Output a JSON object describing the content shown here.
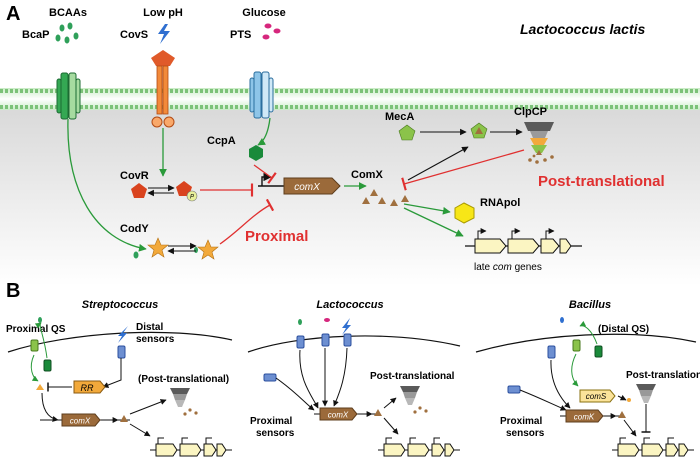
{
  "panel_a": {
    "letter": "A",
    "organism": "Lactococcus lactis",
    "signals": {
      "bcaas": "BCAAs",
      "low_ph": "Low pH",
      "glucose": "Glucose"
    },
    "transporters": {
      "bcap": "BcaP",
      "covs": "CovS",
      "pts": "PTS"
    },
    "regulators": {
      "ccpa": "CcpA",
      "covr": "CovR",
      "cody": "CodY",
      "comx_protein": "ComX",
      "meca": "MecA",
      "clpcp": "ClpCP",
      "rnapol": "RNApol",
      "phospho": "P"
    },
    "gene_comx": "comX",
    "late_genes": {
      "pre": "late ",
      "gene": "com",
      "post": " genes"
    },
    "labels": {
      "proximal": "Proximal",
      "post_translational": "Post-translational"
    },
    "colors": {
      "green_arrow": "#2a9a3a",
      "inhibition": "#e03030",
      "comx_gene": "#9b6a3a",
      "membrane": "#9fd69a"
    }
  },
  "panel_b": {
    "letter": "B",
    "strep": {
      "title": "Streptococcus",
      "proximal_qs": "Proximal QS",
      "distal_sensors_1": "Distal",
      "distal_sensors_2": "sensors",
      "rr": "RR",
      "post_translational": "(Post-translational)",
      "gene": "comX"
    },
    "lacto": {
      "title": "Lactococcus",
      "post_translational": "Post-translational",
      "proximal_sensors_1": "Proximal",
      "proximal_sensors_2": "sensors",
      "gene": "comX"
    },
    "bacillus": {
      "title": "Bacillus",
      "distal_qs": "(Distal QS)",
      "post_translational": "Post-translational",
      "proximal_sensors_1": "Proximal",
      "proximal_sensors_2": "sensors",
      "coms": "comS",
      "gene": "comK"
    }
  }
}
